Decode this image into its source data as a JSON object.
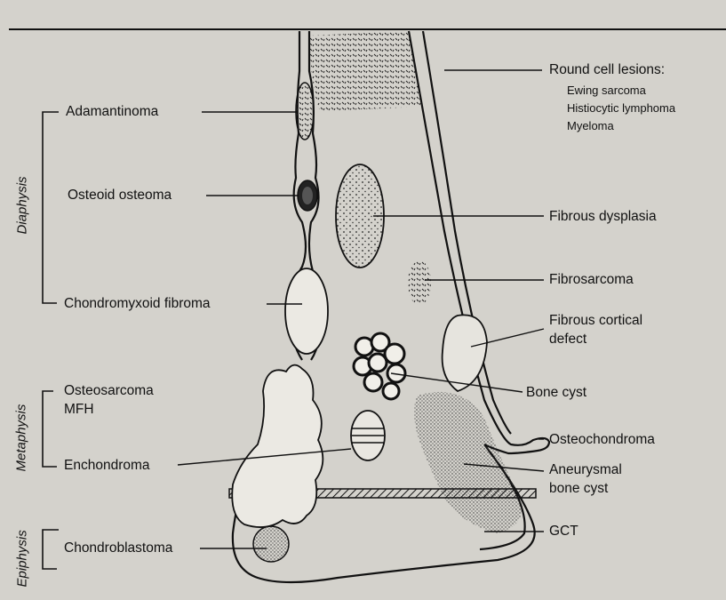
{
  "regions": {
    "diaphysis": "Diaphysis",
    "metaphysis": "Metaphysis",
    "epiphysis": "Epiphysis"
  },
  "labels": {
    "adamantinoma": "Adamantinoma",
    "osteoid_osteoma": "Osteoid osteoma",
    "chondromyxoid_fibroma": "Chondromyxoid fibroma",
    "osteosarcoma": "Osteosarcoma",
    "mfh": "MFH",
    "enchondroma": "Enchondroma",
    "chondroblastoma": "Chondroblastoma",
    "round_cell_lesions": "Round cell lesions:",
    "ewing_sarcoma": "Ewing sarcoma",
    "histiocytic_lymphoma": "Histiocytic lymphoma",
    "myeloma": "Myeloma",
    "fibrous_dysplasia": "Fibrous dysplasia",
    "fibrosarcoma": "Fibrosarcoma",
    "fibrous_cortical_defect_1": "Fibrous cortical",
    "fibrous_cortical_defect_2": "defect",
    "bone_cyst": "Bone cyst",
    "osteochondroma": "Osteochondroma",
    "aneurysmal_bone_cyst_1": "Aneurysmal",
    "aneurysmal_bone_cyst_2": "bone cyst",
    "gct": "GCT"
  }
}
